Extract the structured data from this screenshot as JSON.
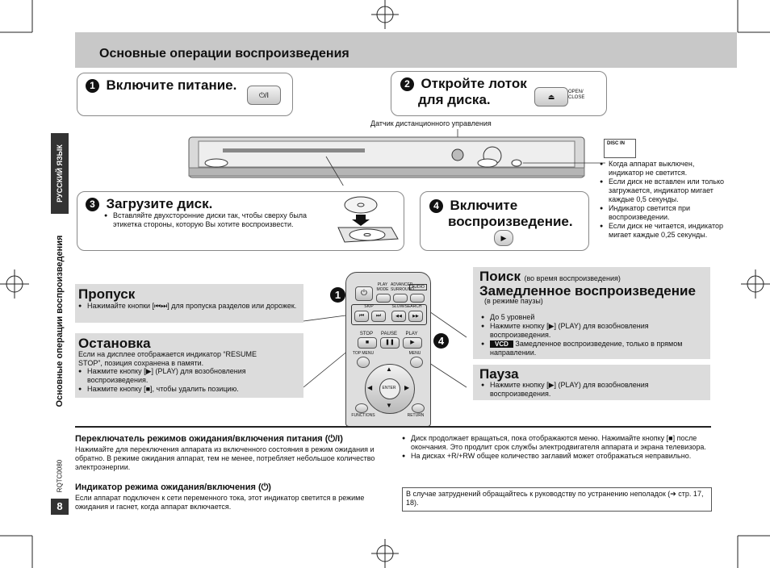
{
  "header": {
    "title": "Основные операции воспроизведения"
  },
  "side": {
    "language": "РУССКИЙ ЯЗЫК",
    "section": "Основные операции воспроизведения",
    "doc_code": "RQTC0080",
    "page_number": "8"
  },
  "steps": {
    "step1": {
      "num": "1",
      "title": "Включите питание.",
      "button": "⏻/I"
    },
    "step2": {
      "num": "2",
      "title_line1": "Откройте лоток",
      "title_line2": "для диска.",
      "button": "⏏",
      "button_label": "OPEN/ CLOSE"
    },
    "step3": {
      "num": "3",
      "title": "Загрузите диск.",
      "note": "Вставляйте двухсторонние диски так, чтобы сверху была этикетка стороны, которую Вы хотите воспроизвести."
    },
    "step4": {
      "num": "4",
      "title_line1": "Включите",
      "title_line2": "воспроизведение.",
      "button": "▶"
    }
  },
  "player": {
    "sensor_label": "Датчик дистанционного управления"
  },
  "disc_indicator": {
    "label": "DISC IN",
    "notes": [
      "Когда аппарат выключен, индикатор не светится.",
      "Если диск не вставлен или только загружается, индикатор мигает каждые 0,5 секунды.",
      "Индикатор светится при воспроизведении.",
      "Если диск не читается, индикатор мигает каждые 0,25 секунды."
    ]
  },
  "skip": {
    "title": "Пропуск",
    "note": "Нажимайте кнопки [⏮⏭] для пропуска разделов или дорожек."
  },
  "stop": {
    "title": "Остановка",
    "intro": "Если на дисплее отображается индикатор “RESUME STOP”, позиция сохранена в памяти.",
    "notes": [
      "Нажмите кнопку [▶] (PLAY) для возобновления воспроизведения.",
      "Нажмите кнопку [■], чтобы удалить позицию."
    ]
  },
  "search": {
    "title": "Поиск",
    "title_note": "(во время воспроизведения)",
    "slow_title": "Замедленное воспроизведение",
    "slow_note": "(в режиме паузы)",
    "notes": [
      "До 5 уровней",
      "Нажмите кнопку [▶] (PLAY) для возобновления воспроизведения."
    ],
    "vcd_badge": "VCD",
    "vcd_note": "Замедленное воспроизведение, только в прямом направлении."
  },
  "pause": {
    "title": "Пауза",
    "note": "Нажмите кнопку [▶] (PLAY) для возобновления воспроизведения."
  },
  "remote": {
    "callout1": "1",
    "callout4": "4",
    "labels": {
      "play_mode": "PLAY MODE",
      "advanced_surround": "ADVANCED SURROUND",
      "audio": "AUDIO",
      "skip": "SKIP",
      "slow_search": "SLOW/SEARCH",
      "stop": "STOP",
      "pause": "PAUSE",
      "play": "PLAY",
      "top_menu": "TOP MENU",
      "menu": "MENU",
      "enter": "ENTER",
      "functions": "FUNCTIONS",
      "return": "RETURN"
    },
    "glyphs": {
      "power": "⏻",
      "prev": "⏮",
      "next": "⏭",
      "rew": "◀◀",
      "ff": "▶▶",
      "stop": "■",
      "pause": "❚❚",
      "play": "▶"
    }
  },
  "footer": {
    "standby_title": "Переключатель режимов ожидания/включения питания (⏻/I)",
    "standby_text": "Нажимайте для переключения аппарата из включенного состояния в режим ожидания и обратно. В режиме ожидания аппарат, тем не менее, потребляет небольшое количество электроэнергии.",
    "indicator_title": "Индикатор режима ожидания/включения (⏻)",
    "indicator_text": "Если аппарат подключен к сети переменного тока, этот индикатор светится в режиме ожидания и гаснет, когда аппарат включается.",
    "notes": [
      "Диск продолжает вращаться, пока отображаются меню. Нажимайте кнопку [■] после окончания. Это продлит срок службы электродвигателя аппарата и экрана телевизора.",
      "На дисках +R/+RW общее количество заглавий может отображаться неправильно."
    ],
    "trouble": "В случае затруднений обращайтесь к руководству по устранению неполадок (➔ стр. 17, 18)."
  }
}
